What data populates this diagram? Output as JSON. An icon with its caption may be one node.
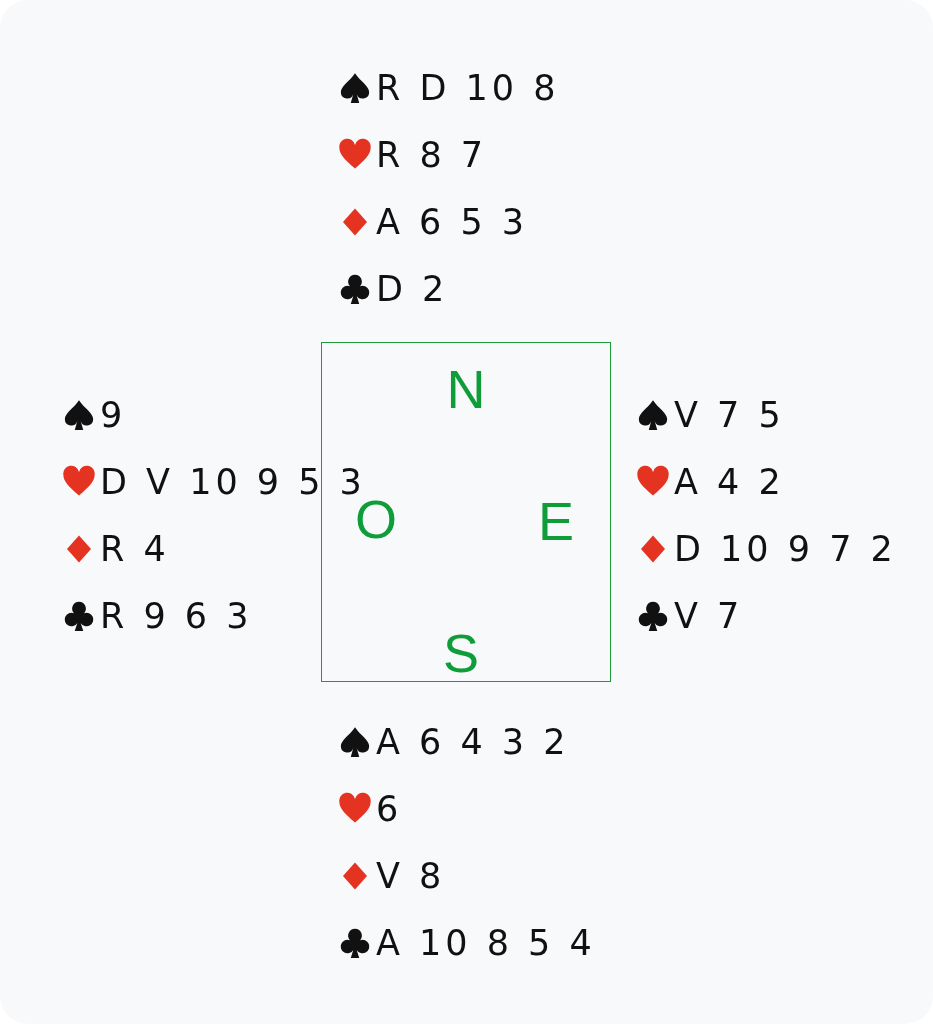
{
  "diagram": {
    "nodes": [
      {
        "text": [
          "N",
          "O",
          "E",
          "S"
        ]
      }
    ],
    "edges": [],
    "labels": [
      "R D 10 8",
      "R 8 7",
      "A 6 5 3",
      "D 2",
      "9",
      "D V 10 9 5 3",
      "R 4",
      "R 9 6 3",
      "V 7 5",
      "A 4 2",
      "D 10 9 7 2",
      "V 7",
      "A 6 4 3 2",
      "6",
      "V 8",
      "A 10 8 5 4"
    ]
  }
}
